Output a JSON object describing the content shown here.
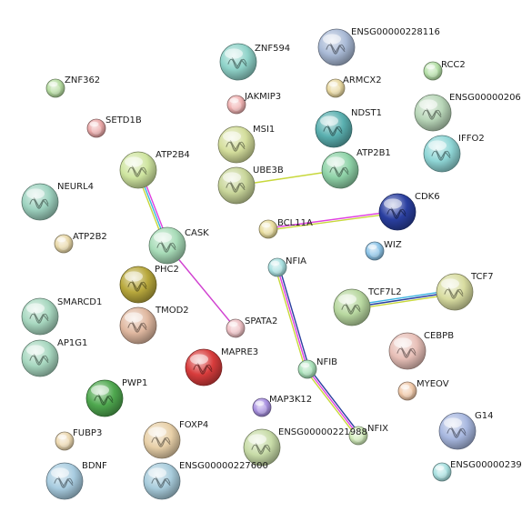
{
  "nodes": [
    {
      "id": "ZNF594",
      "label": "ZNF594",
      "color": "#8fd3c9",
      "structure": true
    },
    {
      "id": "ENSG00000228116",
      "label": "ENSG00000228116",
      "color": "#a9bad6",
      "structure": true
    },
    {
      "id": "ZNF362",
      "label": "ZNF362",
      "color": "#b5dca0",
      "structure": false
    },
    {
      "id": "RCC2",
      "label": "RCC2",
      "color": "#b5e0a8",
      "structure": false
    },
    {
      "id": "JAKMIP3",
      "label": "JAKMIP3",
      "color": "#f0b2b2",
      "structure": false
    },
    {
      "id": "ARMCX2",
      "label": "ARMCX2",
      "color": "#e8d8a0",
      "structure": false
    },
    {
      "id": "ENSG00000206",
      "label": "ENSG00000206",
      "color": "#b8d6b8",
      "structure": true
    },
    {
      "id": "SETD1B",
      "label": "SETD1B",
      "color": "#eaa8a8",
      "structure": false
    },
    {
      "id": "MSI1",
      "label": "MSI1",
      "color": "#d4de9c",
      "structure": true
    },
    {
      "id": "NDST1",
      "label": "NDST1",
      "color": "#5ab0b0",
      "structure": true
    },
    {
      "id": "IFFO2",
      "label": "IFFO2",
      "color": "#8fd6d6",
      "structure": true
    },
    {
      "id": "ATP2B4",
      "label": "ATP2B4",
      "color": "#cfe5a0",
      "structure": true
    },
    {
      "id": "ATP2B1",
      "label": "ATP2B1",
      "color": "#8fd3a8",
      "structure": true
    },
    {
      "id": "UBE3B",
      "label": "UBE3B",
      "color": "#c9d69a",
      "structure": true
    },
    {
      "id": "NEURL4",
      "label": "NEURL4",
      "color": "#9ed3c0",
      "structure": true
    },
    {
      "id": "CDK6",
      "label": "CDK6",
      "color": "#2a3fa0",
      "structure": true
    },
    {
      "id": "BCL11A",
      "label": "BCL11A",
      "color": "#e8dc9c",
      "structure": false
    },
    {
      "id": "ATP2B2",
      "label": "ATP2B2",
      "color": "#e8d8a8",
      "structure": false
    },
    {
      "id": "CASK",
      "label": "CASK",
      "color": "#a8dcb8",
      "structure": true
    },
    {
      "id": "WIZ",
      "label": "WIZ",
      "color": "#8cc4e8",
      "structure": false
    },
    {
      "id": "NFIA",
      "label": "NFIA",
      "color": "#a8e0e0",
      "structure": false
    },
    {
      "id": "PHC2",
      "label": "PHC2",
      "color": "#b8a83c",
      "structure": true
    },
    {
      "id": "TCF7",
      "label": "TCF7",
      "color": "#d8dca0",
      "structure": true
    },
    {
      "id": "TCF7L2",
      "label": "TCF7L2",
      "color": "#b8d8a0",
      "structure": true
    },
    {
      "id": "SMARCD1",
      "label": "SMARCD1",
      "color": "#a8d8c0",
      "structure": true
    },
    {
      "id": "TMOD2",
      "label": "TMOD2",
      "color": "#e0b8a0",
      "structure": true
    },
    {
      "id": "SPATA2",
      "label": "SPATA2",
      "color": "#eec0c4",
      "structure": false
    },
    {
      "id": "AP1G1",
      "label": "AP1G1",
      "color": "#a8d8c0",
      "structure": true
    },
    {
      "id": "CEBPB",
      "label": "CEBPB",
      "color": "#e8c0b8",
      "structure": true
    },
    {
      "id": "MAPRE3",
      "label": "MAPRE3",
      "color": "#d83c3c",
      "structure": true
    },
    {
      "id": "NFIB",
      "label": "NFIB",
      "color": "#a8e0b8",
      "structure": false
    },
    {
      "id": "PWP1",
      "label": "PWP1",
      "color": "#4fa84f",
      "structure": true
    },
    {
      "id": "MYEOV",
      "label": "MYEOV",
      "color": "#f0c8a8",
      "structure": false
    },
    {
      "id": "MAP3K12",
      "label": "MAP3K12",
      "color": "#a890e0",
      "structure": false
    },
    {
      "id": "NFIX",
      "label": "NFIX",
      "color": "#d0ecb8",
      "structure": false
    },
    {
      "id": "G14",
      "label": "G14",
      "color": "#a8b8e0",
      "structure": true
    },
    {
      "id": "FUBP3",
      "label": "FUBP3",
      "color": "#ecd8b0",
      "structure": false
    },
    {
      "id": "FOXP4",
      "label": "FOXP4",
      "color": "#e8d0a8",
      "structure": true
    },
    {
      "id": "ENSG00000221988",
      "label": "ENSG00000221988",
      "color": "#c8dca8",
      "structure": true
    },
    {
      "id": "ENSG00000227600",
      "label": "ENSG00000227600",
      "color": "#a8ccdc",
      "structure": true
    },
    {
      "id": "BDNF",
      "label": "BDNF",
      "color": "#a8cce0",
      "structure": true
    },
    {
      "id": "ENSG00000239",
      "label": "ENSG00000239",
      "color": "#a8e0e0",
      "structure": false
    }
  ],
  "edges": [
    {
      "from": "ATP2B4",
      "to": "CASK",
      "colors": [
        "#e040e0",
        "#3cb4e0",
        "#c8d83c"
      ]
    },
    {
      "from": "CASK",
      "to": "SPATA2",
      "colors": [
        "#d040d0"
      ]
    },
    {
      "from": "UBE3B",
      "to": "ATP2B1",
      "colors": [
        "#c8d83c"
      ]
    },
    {
      "from": "BCL11A",
      "to": "CDK6",
      "colors": [
        "#e040e0",
        "#c8d83c"
      ]
    },
    {
      "from": "NFIA",
      "to": "NFIB",
      "colors": [
        "#2a3fa0",
        "#e040e0",
        "#c8d83c"
      ]
    },
    {
      "from": "NFIB",
      "to": "NFIX",
      "colors": [
        "#2a3fa0",
        "#e040e0",
        "#c8d83c"
      ]
    },
    {
      "from": "TCF7L2",
      "to": "TCF7",
      "colors": [
        "#3cb4e0",
        "#2a3fa0",
        "#c8d83c"
      ]
    }
  ]
}
